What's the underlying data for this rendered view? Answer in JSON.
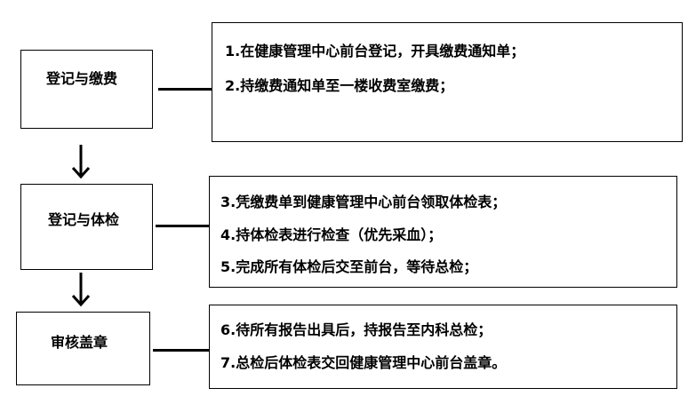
{
  "steps": [
    {
      "label": "登记与缴费"
    },
    {
      "label": "登记与体检"
    },
    {
      "label": "审核盖章"
    }
  ],
  "details": [
    {
      "lines": [
        "1.在健康管理中心前台登记，开具缴费通知单；",
        "2.持缴费通知单至一楼收费室缴费；"
      ]
    },
    {
      "lines": [
        "3.凭缴费单到健康管理中心前台领取体检表；",
        "4.持体检表进行检查（优先采血）；",
        "5.完成所有体检后交至前台，等待总检；"
      ]
    },
    {
      "lines": [
        "6.待所有报告出具后，持报告至内科总检；",
        "7.总检后体检表交回健康管理中心前台盖章。"
      ]
    }
  ]
}
